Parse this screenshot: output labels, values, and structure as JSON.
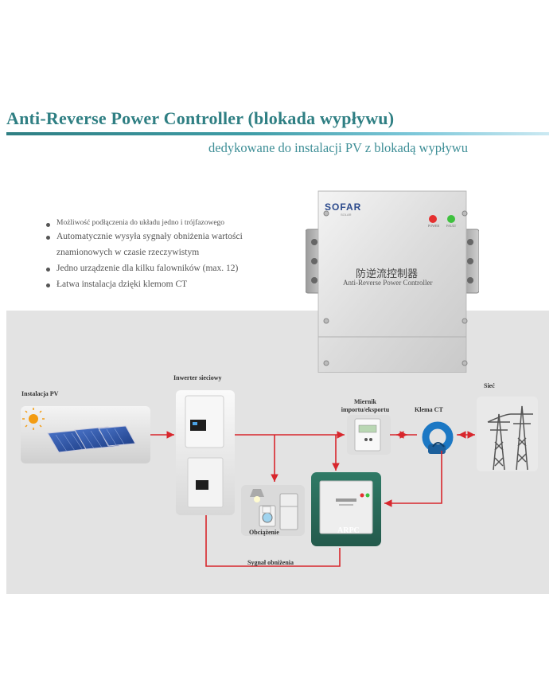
{
  "header": {
    "title": "Anti-Reverse Power Controller (blokada wypływu)",
    "subtitle": "dedykowane do instalacji PV z blokadą wypływu"
  },
  "features": [
    "Możliwość podłączenia do układu jedno i trójfazowego",
    "Automatycznie wysyła sygnały obniżenia wartości znamionowych w czasie rzeczywistym",
    "Jedno urządzenie dla kilku falowników (max. 12)",
    "Łatwa instalacja dzięki klemom CT"
  ],
  "device": {
    "brand": "SOFAR",
    "brand_sub": "SOLAR",
    "name_cn": "防逆流控制器",
    "name_en": "Anti-Reverse Power Controller",
    "led_red": "POWER",
    "led_green": "FAULT"
  },
  "diagram": {
    "pv_label": "Instalacja PV",
    "inverter_label": "Inwerter sieciowy",
    "meter_label": "Miernik importu/eksportu",
    "ct_label": "Klema CT",
    "grid_label": "Sieć",
    "load_label": "Obciążenie",
    "arpc_label": "ARPC",
    "signal_label": "Sygnał obniżenia"
  },
  "colors": {
    "title": "#2f7f83",
    "arrow": "#d8262c",
    "panel": "#e3e3e3",
    "arpc": "#2d6e5c"
  }
}
